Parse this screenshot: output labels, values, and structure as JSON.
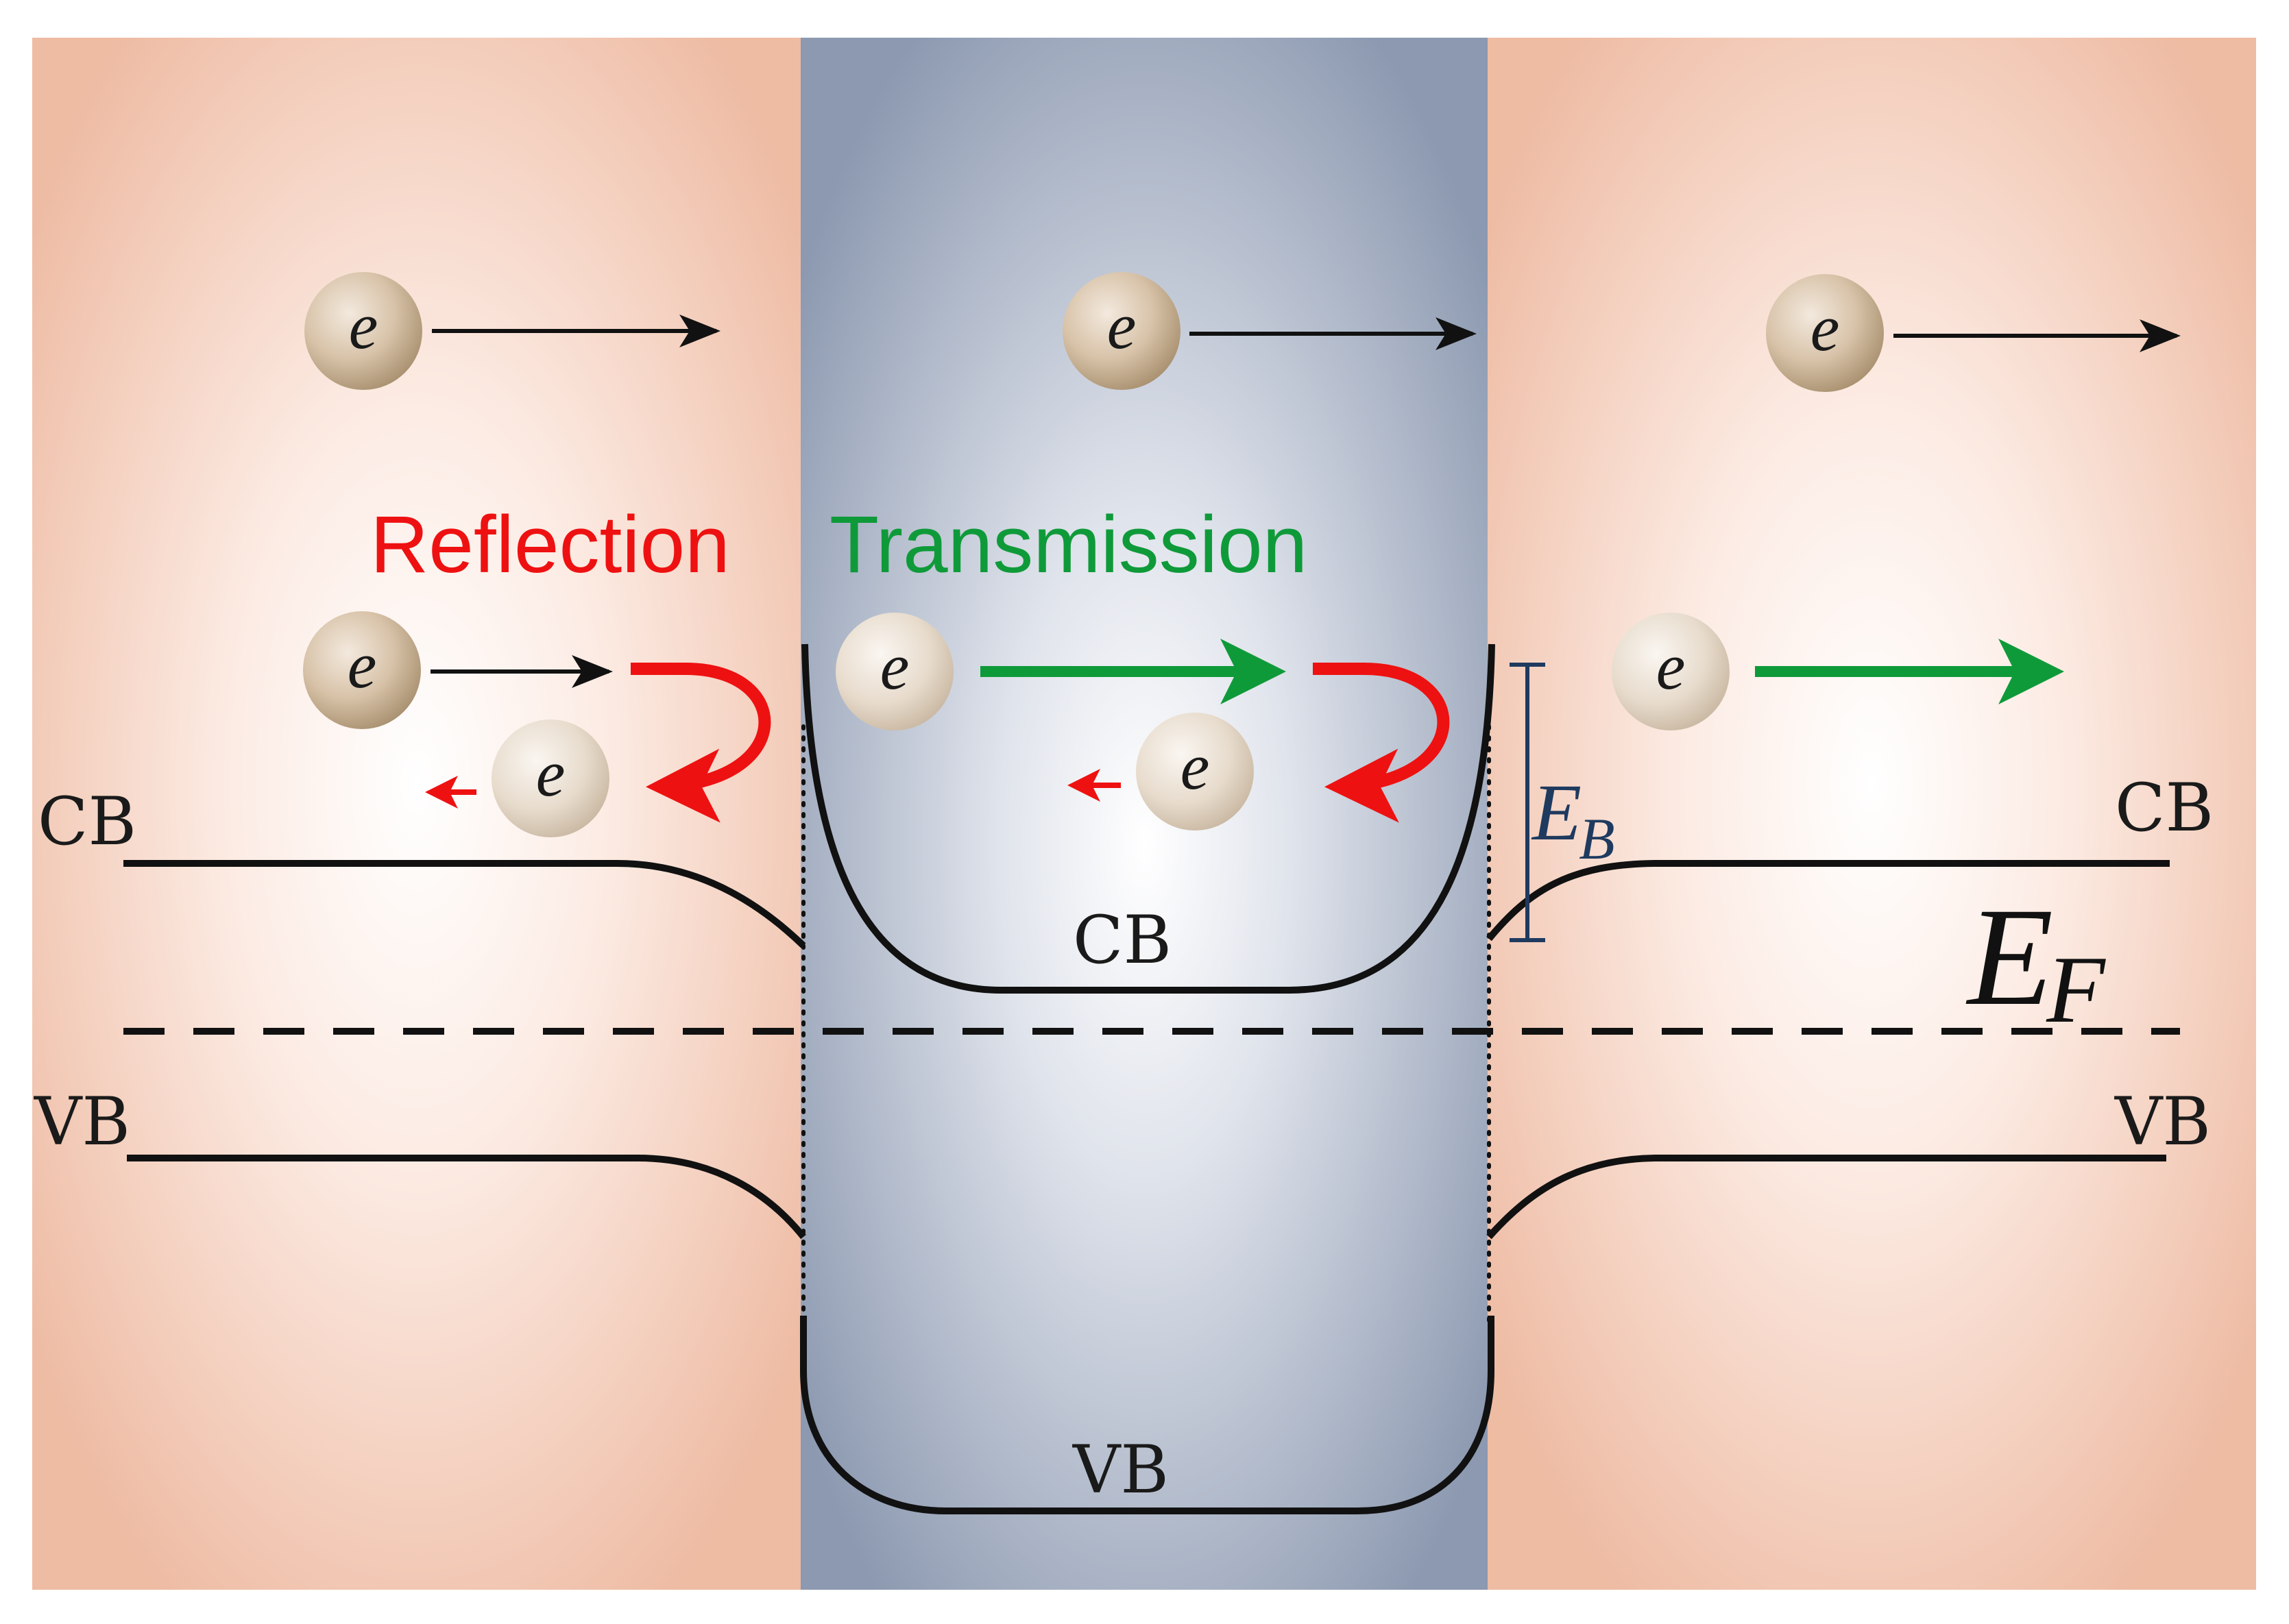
{
  "labels": {
    "reflection": "Reflection",
    "transmission": "Transmission",
    "cb": "CB",
    "vb": "VB",
    "eb_main": "E",
    "eb_sub": "B",
    "ef_main": "E",
    "ef_sub": "F",
    "electron": "e"
  },
  "colors": {
    "outer_region": "#eebba3",
    "barrier_region": "#8c99b0",
    "reflection": "#ee1111",
    "transmission": "#0f9a3a",
    "band_line": "#111111",
    "eb_marker": "#1f3a5f"
  }
}
